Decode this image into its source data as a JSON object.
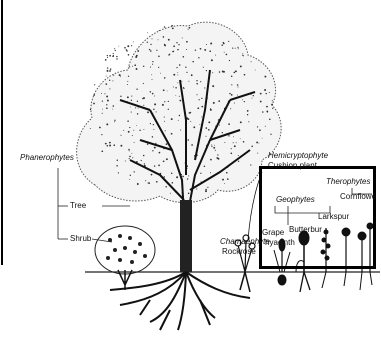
{
  "labels": {
    "phanerophytes": "Phanerophytes",
    "tree": "Tree",
    "shrub": "Shrub",
    "hemicryptophyte": "Hemicryptophyte",
    "cushion_plant": "Cushion plant",
    "chamaephyte": "Chamaephyte",
    "rockrose": "Rockrose",
    "therophytes": "Therophytes",
    "cornflower": "Cornflowe",
    "geophytes": "Geophytes",
    "larkspur": "Larkspur",
    "grape": "Grape",
    "hyacinth": "hyacinth",
    "butterbur": "Butterbur"
  }
}
